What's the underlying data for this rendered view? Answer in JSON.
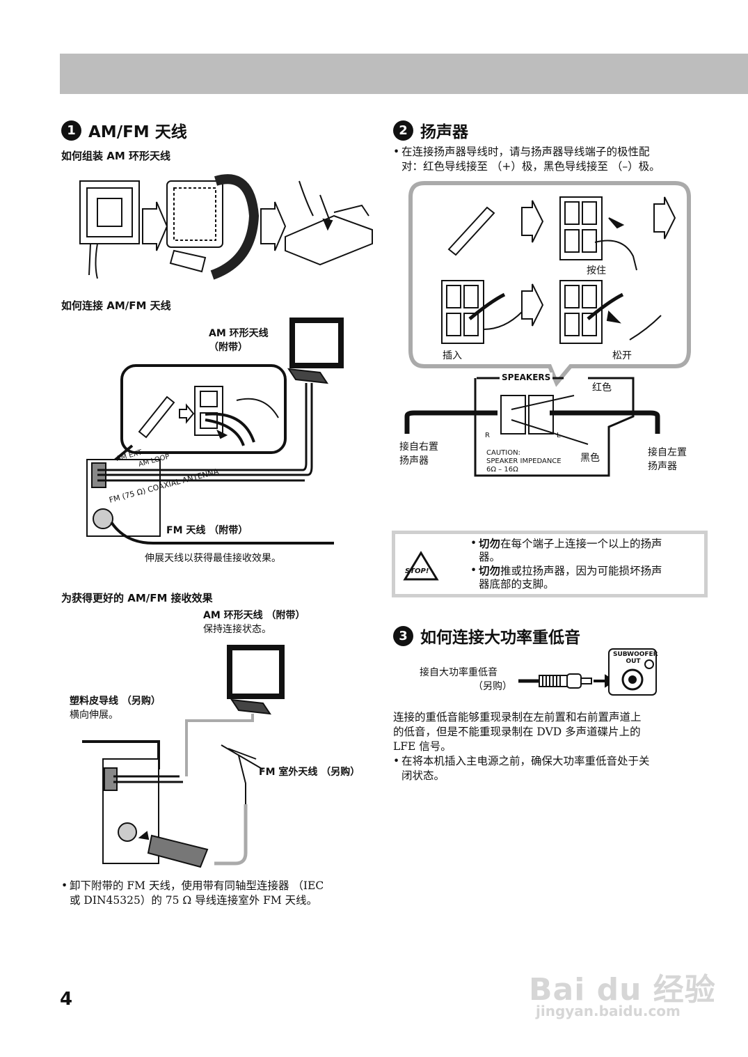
{
  "section1": {
    "num": "1",
    "title": "AM/FM 天线",
    "sub1": "如何组装 AM 环形天线",
    "sub2": "如何连接 AM/FM 天线",
    "am_loop_label_1": "AM 环形天线",
    "am_loop_label_2": "（附带）",
    "panel_am_ext": "AM EXT",
    "panel_am_loop": "AM LOOP",
    "panel_fm": "FM (75 Ω) COAXIAL ANTENNA",
    "fm_label": "FM 天线 （附带）",
    "fm_note": "伸展天线以获得最佳接收效果。",
    "sub3": "为获得更好的 AM/FM 接收效果",
    "am_loop_keep_1": "AM 环形天线 （附带）",
    "am_loop_keep_2": "保持连接状态。",
    "vinyl_1": "塑料皮导线 （另购）",
    "vinyl_2": "横向伸展。",
    "fm_outdoor": "FM 室外天线 （另购）",
    "note_line1": "卸下附带的 FM 天线，使用带有同轴型连接器 （IEC",
    "note_line2": "或 DIN45325）的 75 Ω 导线连接室外 FM 天线。"
  },
  "section2": {
    "num": "2",
    "title": "扬声器",
    "text_line1": "在连接扬声器导线时，请与扬声器导线端子的极性配",
    "text_line2": "对：红色导线接至 （+）极，黑色导线接至 （–）极。",
    "press": "按住",
    "insert": "插入",
    "release": "松开",
    "speakers": "SPEAKERS",
    "red": "红色",
    "black": "黑色",
    "from_right_1": "接自右置",
    "from_right_2": "扬声器",
    "from_left_1": "接自左置",
    "from_left_2": "扬声器",
    "r_label": "R",
    "l_label": "L",
    "caution_1": "CAUTION:",
    "caution_2": "SPEAKER IMPEDANCE",
    "caution_3": "6Ω – 16Ω",
    "stop_badge": "STOP!",
    "stop_1a": "切勿",
    "stop_1b": "在每个端子上连接一个以上的扬声",
    "stop_1c": "器。",
    "stop_2a": "切勿",
    "stop_2b": "推或拉扬声器，因为可能损坏扬声",
    "stop_2c": "器底部的支脚。"
  },
  "section3": {
    "num": "3",
    "title": "如何连接大功率重低音",
    "from_sub_1": "接自大功率重低音",
    "from_sub_2": "（另购）",
    "jack_1": "SUBWOOFER",
    "jack_2": "OUT",
    "text_line1": "连接的重低音能够重现录制在左前置和右前置声道上",
    "text_line2": "的低音，但是不能重现录制在 DVD 多声道碟片上的",
    "text_line3": "LFE 信号。",
    "bullet_line1": "在将本机插入主电源之前，确保大功率重低音处于关",
    "bullet_line2": "闭状态。"
  },
  "page_number": "4",
  "watermark": "Bai du 经验",
  "watermark_url": "jingyan.baidu.com"
}
